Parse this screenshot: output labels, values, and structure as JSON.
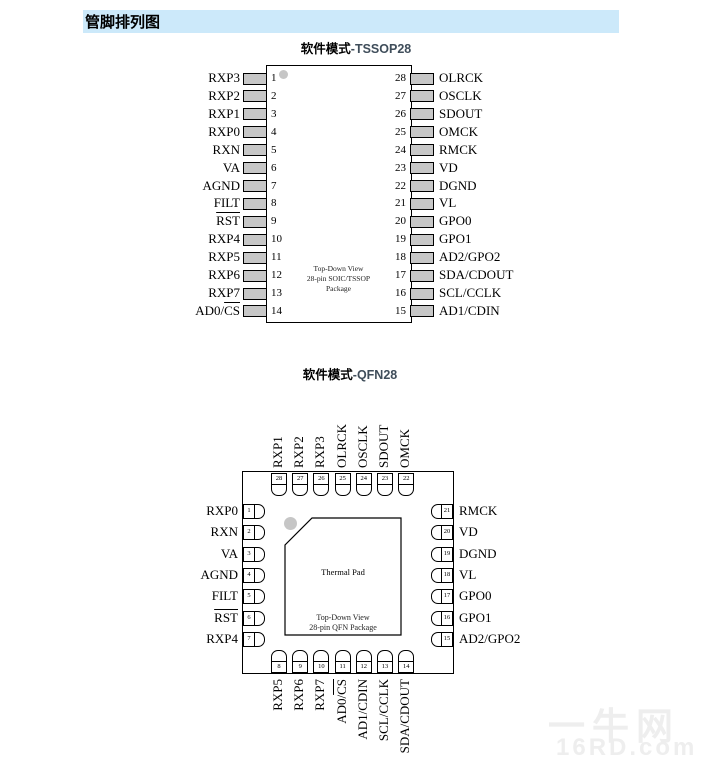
{
  "header": {
    "title": "管脚排列图"
  },
  "colors": {
    "header_bg": "#cce9fa",
    "title_suffix": "#3f4d5a",
    "pin_fill": "#c7c7c7",
    "dot_gray": "#c6c6c6",
    "watermark_gray": "#eeeeee"
  },
  "tssop": {
    "title_prefix": "软件模式",
    "title_suffix": "-TSSOP28",
    "note": [
      "Top-Down View",
      "28-pin SOIC/TSSOP",
      "Package"
    ],
    "left_pins": [
      {
        "num": "1",
        "parts": [
          {
            "t": "RXP3"
          }
        ]
      },
      {
        "num": "2",
        "parts": [
          {
            "t": "RXP2"
          }
        ]
      },
      {
        "num": "3",
        "parts": [
          {
            "t": "RXP1"
          }
        ]
      },
      {
        "num": "4",
        "parts": [
          {
            "t": "RXP0"
          }
        ]
      },
      {
        "num": "5",
        "parts": [
          {
            "t": "RXN"
          }
        ]
      },
      {
        "num": "6",
        "parts": [
          {
            "t": "VA"
          }
        ]
      },
      {
        "num": "7",
        "parts": [
          {
            "t": "AGND"
          }
        ]
      },
      {
        "num": "8",
        "parts": [
          {
            "t": "FILT"
          }
        ]
      },
      {
        "num": "9",
        "parts": [
          {
            "t": "RST",
            "ov": true
          }
        ]
      },
      {
        "num": "10",
        "parts": [
          {
            "t": "RXP4"
          }
        ]
      },
      {
        "num": "11",
        "parts": [
          {
            "t": "RXP5"
          }
        ]
      },
      {
        "num": "12",
        "parts": [
          {
            "t": "RXP6"
          }
        ]
      },
      {
        "num": "13",
        "parts": [
          {
            "t": "RXP7"
          }
        ]
      },
      {
        "num": "14",
        "parts": [
          {
            "t": "AD0/"
          },
          {
            "t": "CS",
            "ov": true
          }
        ]
      }
    ],
    "right_pins": [
      {
        "num": "28",
        "parts": [
          {
            "t": "OLRCK"
          }
        ]
      },
      {
        "num": "27",
        "parts": [
          {
            "t": "OSCLK"
          }
        ]
      },
      {
        "num": "26",
        "parts": [
          {
            "t": "SDOUT"
          }
        ]
      },
      {
        "num": "25",
        "parts": [
          {
            "t": "OMCK"
          }
        ]
      },
      {
        "num": "24",
        "parts": [
          {
            "t": "RMCK"
          }
        ]
      },
      {
        "num": "23",
        "parts": [
          {
            "t": "VD"
          }
        ]
      },
      {
        "num": "22",
        "parts": [
          {
            "t": "DGND"
          }
        ]
      },
      {
        "num": "21",
        "parts": [
          {
            "t": "VL"
          }
        ]
      },
      {
        "num": "20",
        "parts": [
          {
            "t": "GPO0"
          }
        ]
      },
      {
        "num": "19",
        "parts": [
          {
            "t": "GPO1"
          }
        ]
      },
      {
        "num": "18",
        "parts": [
          {
            "t": "AD2/GPO2"
          }
        ]
      },
      {
        "num": "17",
        "parts": [
          {
            "t": "SDA/CDOUT"
          }
        ]
      },
      {
        "num": "16",
        "parts": [
          {
            "t": "SCL/CCLK"
          }
        ]
      },
      {
        "num": "15",
        "parts": [
          {
            "t": "AD1/CDIN"
          }
        ]
      }
    ]
  },
  "qfn": {
    "title_prefix": "软件模式",
    "title_suffix": "-QFN28",
    "pad_label": "Thermal Pad",
    "note": [
      "Top-Down View",
      "28-pin QFN Package"
    ],
    "top_pins": [
      {
        "num": "28",
        "parts": [
          {
            "t": "RXP1"
          }
        ]
      },
      {
        "num": "27",
        "parts": [
          {
            "t": "RXP2"
          }
        ]
      },
      {
        "num": "26",
        "parts": [
          {
            "t": "RXP3"
          }
        ]
      },
      {
        "num": "25",
        "parts": [
          {
            "t": "OLRCK"
          }
        ]
      },
      {
        "num": "24",
        "parts": [
          {
            "t": "OSCLK"
          }
        ]
      },
      {
        "num": "23",
        "parts": [
          {
            "t": "SDOUT"
          }
        ]
      },
      {
        "num": "22",
        "parts": [
          {
            "t": "OMCK"
          }
        ]
      }
    ],
    "left_pins": [
      {
        "num": "1",
        "parts": [
          {
            "t": "RXP0"
          }
        ]
      },
      {
        "num": "2",
        "parts": [
          {
            "t": "RXN"
          }
        ]
      },
      {
        "num": "3",
        "parts": [
          {
            "t": "VA"
          }
        ]
      },
      {
        "num": "4",
        "parts": [
          {
            "t": "AGND"
          }
        ]
      },
      {
        "num": "5",
        "parts": [
          {
            "t": "FILT"
          }
        ]
      },
      {
        "num": "6",
        "parts": [
          {
            "t": "RST",
            "ov": true
          }
        ]
      },
      {
        "num": "7",
        "parts": [
          {
            "t": "RXP4"
          }
        ]
      }
    ],
    "right_pins": [
      {
        "num": "21",
        "parts": [
          {
            "t": "RMCK"
          }
        ]
      },
      {
        "num": "20",
        "parts": [
          {
            "t": "VD"
          }
        ]
      },
      {
        "num": "19",
        "parts": [
          {
            "t": "DGND"
          }
        ]
      },
      {
        "num": "18",
        "parts": [
          {
            "t": "VL"
          }
        ]
      },
      {
        "num": "17",
        "parts": [
          {
            "t": "GPO0"
          }
        ]
      },
      {
        "num": "16",
        "parts": [
          {
            "t": "GPO1"
          }
        ]
      },
      {
        "num": "15",
        "parts": [
          {
            "t": "AD2/GPO2"
          }
        ]
      }
    ],
    "bottom_pins": [
      {
        "num": "8",
        "parts": [
          {
            "t": "RXP5"
          }
        ]
      },
      {
        "num": "9",
        "parts": [
          {
            "t": "RXP6"
          }
        ]
      },
      {
        "num": "10",
        "parts": [
          {
            "t": "RXP7"
          }
        ]
      },
      {
        "num": "11",
        "parts": [
          {
            "t": "AD0/"
          },
          {
            "t": "CS",
            "ov": true
          }
        ]
      },
      {
        "num": "12",
        "parts": [
          {
            "t": "AD1/CDIN"
          }
        ]
      },
      {
        "num": "13",
        "parts": [
          {
            "t": "SCL/CCLK"
          }
        ]
      },
      {
        "num": "14",
        "parts": [
          {
            "t": "SDA/CDOUT"
          }
        ]
      }
    ]
  },
  "watermark": {
    "line1": "一牛网",
    "line2": "16RD.com"
  }
}
